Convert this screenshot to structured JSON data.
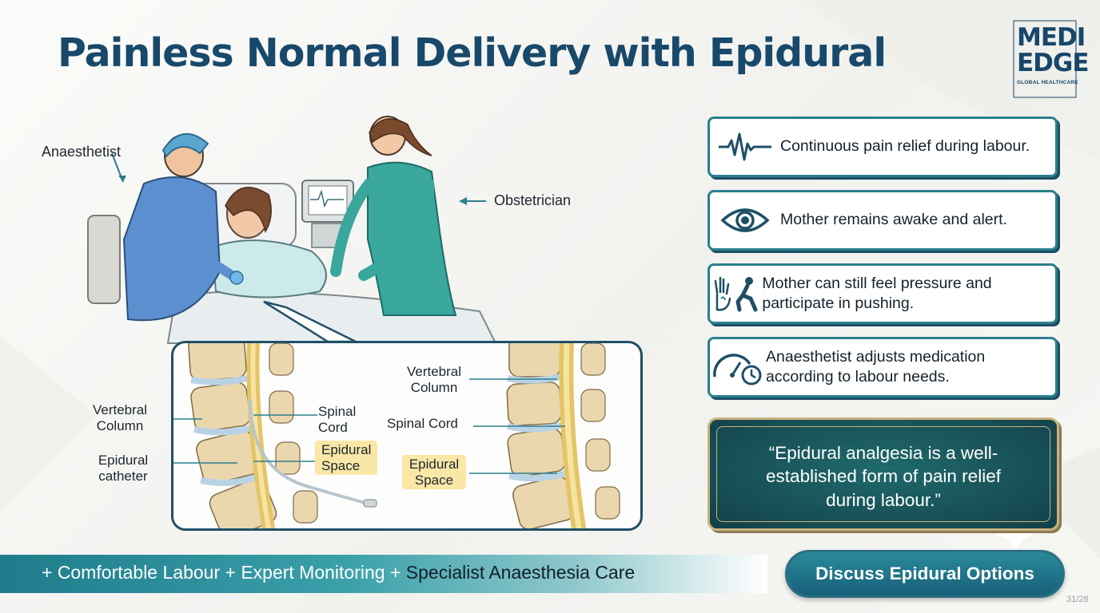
{
  "title": "Painless Normal Delivery with Epidural",
  "logo": {
    "line1": "MEDI",
    "line2": "EDGE",
    "tagline": "GLOBAL HEALTHCARE"
  },
  "scene": {
    "label_anaesthetist": "Anaesthetist",
    "label_obstetrician": "Obstetrician"
  },
  "inset": {
    "left": {
      "vertebral_column": "Vertebral Column",
      "epidural_catheter": "Epidural catheter",
      "spinal_cord": "Spinal Cord",
      "epidural_space": "Epidural Space"
    },
    "right": {
      "vertebral_column": "Vertebral Column",
      "spinal_cord": "Spinal Cord",
      "epidural_space": "Epidural Space"
    }
  },
  "benefits": [
    {
      "icon": "heartbeat-icon",
      "text": "Continuous pain relief during labour."
    },
    {
      "icon": "eye-icon",
      "text": "Mother remains awake and alert."
    },
    {
      "icon": "hand-and-pushing-figure-icon",
      "text": "Mother can still feel pressure and participate in pushing."
    },
    {
      "icon": "gauge-clock-icon",
      "text": "Anaesthetist adjusts medication according to labour needs."
    }
  ],
  "quote": "“Epidural analgesia is a well-established form of pain relief during labour.”",
  "bottom_bar": {
    "light_part": "+ Comfortable Labour + Expert Monitoring + ",
    "dark_part": "Specialist Anaesthesia Care"
  },
  "cta_label": "Discuss Epidural Options",
  "page_number": "31/28",
  "colors": {
    "title": "#18496a",
    "teal": "#2b7f8d",
    "quote_bg": "#174d55",
    "gold": "#c9b27c",
    "highlight": "#f8e7a6"
  }
}
